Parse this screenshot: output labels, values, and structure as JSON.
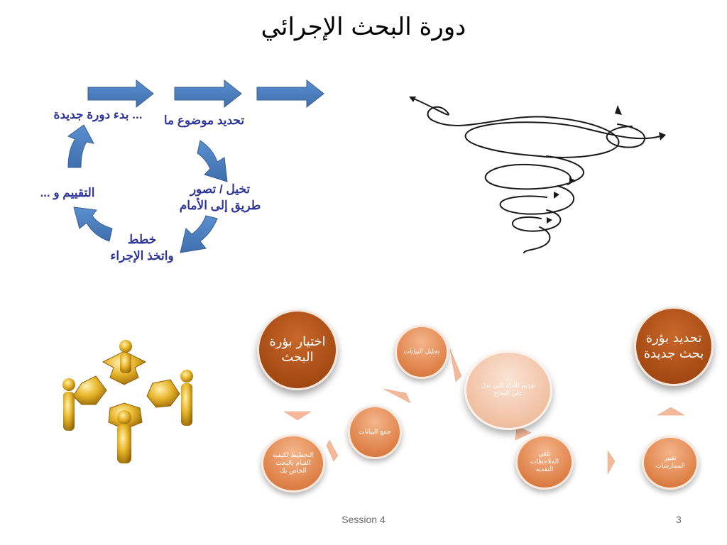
{
  "slide": {
    "title": "دورة البحث الإجرائي",
    "footer": "Session 4",
    "page_number": "3"
  },
  "cycle": {
    "step_identify": "تحديد موضوع ما",
    "step_restart": "... بدء دورة جديدة",
    "step_imagine_line1": "تخيل / تصور",
    "step_imagine_line2": "طريق إلى الأمام",
    "step_evaluate": "التقييم و ...",
    "step_plan_line1": "خطط",
    "step_plan_line2": "واتخذ الإجراء"
  },
  "process": {
    "choose_focus": "اختيار بؤرة البحث",
    "plan_research": "التخطيط لكيفية القيام بالبحث الخاص بك",
    "collect_data": "جمع البيانات",
    "analyze_data": "تحليل البيانات",
    "present_evidence": "تقديم الأدلة التي تدل على النجاح",
    "receive_feedback": "تلقي الملاحظات النقدية",
    "change_practices": "تغيير الممارسات",
    "new_focus": "تحديد بؤرة بحث جديدة"
  },
  "colors": {
    "arrow_blue": "#4f81bd",
    "text_navy": "#2f3699",
    "node_dark": "#a54a14",
    "node_light": "#e0844c",
    "node_pale": "#f1c0a2",
    "connector": "#f4b99a",
    "figure_gold": "#d9a21b"
  }
}
